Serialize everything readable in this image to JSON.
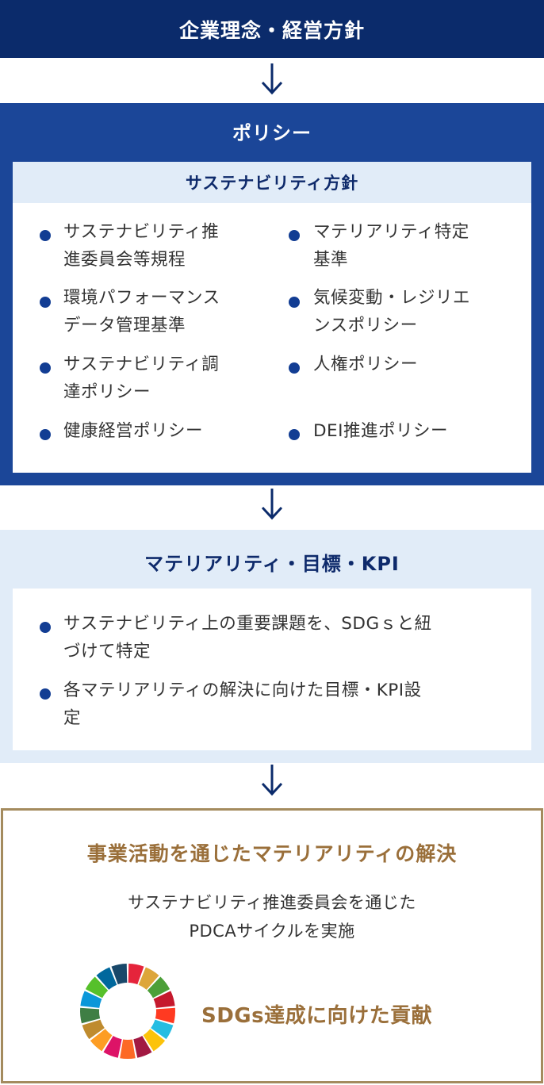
{
  "top": {
    "title": "企業理念・経営方針"
  },
  "policy": {
    "title": "ポリシー",
    "subtitle": "サステナビリティ方針",
    "items": [
      {
        "line1": "サステナビリティ推",
        "line2": "進委員会等規程"
      },
      {
        "line1": "マテリアリティ特定",
        "line2": "基準"
      },
      {
        "line1": "環境パフォーマンス",
        "line2": "データ管理基準"
      },
      {
        "line1": "気候変動・レジリエ",
        "line2": "ンスポリシー"
      },
      {
        "line1": "サステナビリティ調",
        "line2": "達ポリシー"
      },
      {
        "line1": "人権ポリシー",
        "line2": ""
      },
      {
        "line1": "健康経営ポリシー",
        "line2": ""
      },
      {
        "line1": "DEI推進ポリシー",
        "line2": ""
      }
    ]
  },
  "materiality": {
    "title": "マテリアリティ・目標・KPI",
    "items": [
      {
        "line1": "サステナビリティ上の重要課題を、SDGｓと紐",
        "line2": "づけて特定"
      },
      {
        "line1": "各マテリアリティの解決に向けた目標・KPI設",
        "line2": "定"
      }
    ]
  },
  "bottom": {
    "title": "事業活動を通じたマテリアリティの解決",
    "desc_line1": "サステナビリティ推進委員会を通じた",
    "desc_line2": "PDCAサイクルを実施",
    "sdg_label": "SDGs達成に向けた貢献"
  },
  "colors": {
    "navy": "#0b2b6b",
    "blue": "#1b4698",
    "light_blue": "#e1ecf8",
    "gold": "#9a6f3a",
    "border_gold": "#a48b5e",
    "sdg_wheel": [
      "#e5243b",
      "#dda63a",
      "#4c9f38",
      "#c5192d",
      "#ff3a21",
      "#26bde2",
      "#fcc30b",
      "#a21942",
      "#fd6925",
      "#dd1367",
      "#fd9d24",
      "#bf8b2e",
      "#3f7e44",
      "#0a97d9",
      "#56c02b",
      "#00689d",
      "#19486a"
    ]
  }
}
